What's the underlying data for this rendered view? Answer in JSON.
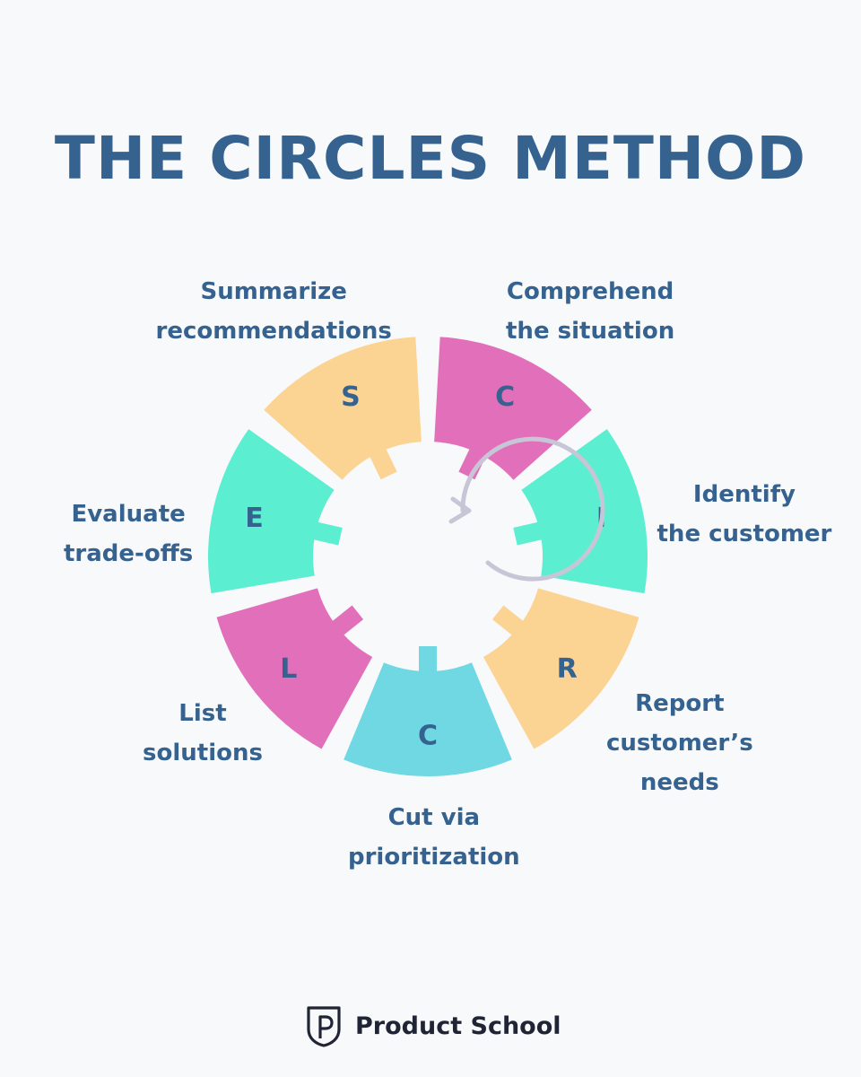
{
  "title": "THE CIRCLES METHOD",
  "steps": [
    {
      "letter": "C",
      "label_lines": [
        "Comprehend",
        "the situation"
      ],
      "color": "#e26fb9"
    },
    {
      "letter": "I",
      "label_lines": [
        "Identify",
        "the customer"
      ],
      "color": "#5ceed0"
    },
    {
      "letter": "R",
      "label_lines": [
        "Report",
        "customer’s",
        "needs"
      ],
      "color": "#fbd493"
    },
    {
      "letter": "C",
      "label_lines": [
        "Cut via",
        "prioritization"
      ],
      "color": "#6fd8e3"
    },
    {
      "letter": "L",
      "label_lines": [
        "List",
        "solutions"
      ],
      "color": "#e26fb9"
    },
    {
      "letter": "E",
      "label_lines": [
        "Evaluate",
        "trade-offs"
      ],
      "color": "#5ceed0"
    },
    {
      "letter": "S",
      "label_lines": [
        "Summarize",
        "recommendations"
      ],
      "color": "#fbd493"
    }
  ],
  "brand": {
    "name": "Product School",
    "logo_letter": "P",
    "icon": "product-school-shield-icon"
  },
  "colors": {
    "title": "#35628f",
    "background": "#f8f9fb",
    "ring_arrow": "#c7c6d6"
  }
}
